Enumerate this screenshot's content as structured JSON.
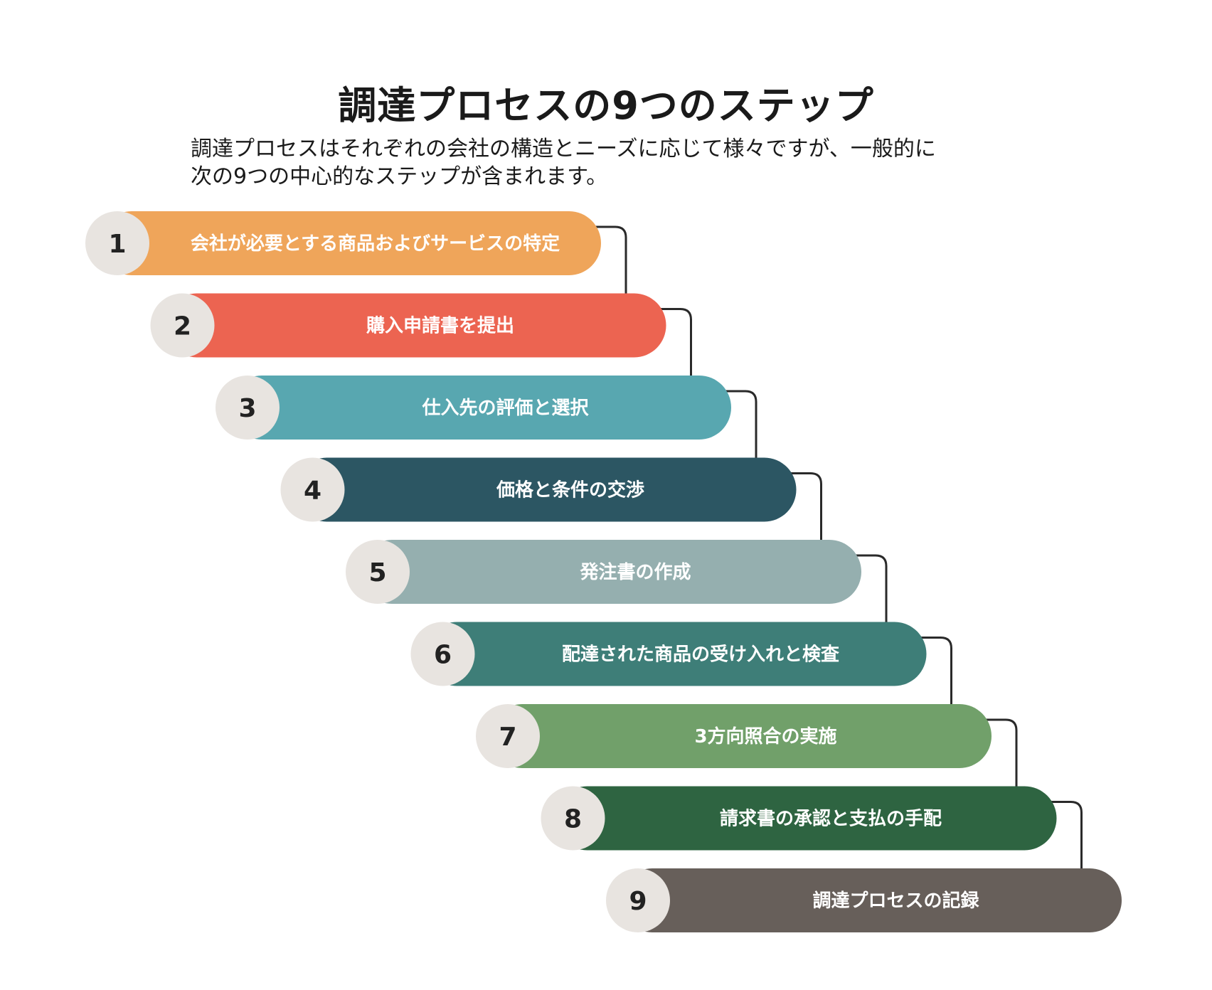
{
  "title": "調達プロセスの9つのステップ",
  "intro_lines": [
    "調達プロセスはそれぞれの会社の構造とニーズに応じて様々ですが、一般的に",
    "次の9つの中心的なステップが含まれます。"
  ],
  "steps": [
    {
      "number": "1",
      "label": "会社が必要とする商品およびサービスの特定",
      "color": "#EFA55A"
    },
    {
      "number": "2",
      "label": "購入申請書を提出",
      "color": "#EC6451"
    },
    {
      "number": "3",
      "label": "仕入先の評価と選択",
      "color": "#58A7B0"
    },
    {
      "number": "4",
      "label": "価格と条件の交渉",
      "color": "#2C5663"
    },
    {
      "number": "5",
      "label": "発注書の作成",
      "color": "#95AFAF"
    },
    {
      "number": "6",
      "label": "配達された商品の受け入れと検査",
      "color": "#3E7E78"
    },
    {
      "number": "7",
      "label": "3方向照合の実施",
      "color": "#71A06A"
    },
    {
      "number": "8",
      "label": "請求書の承認と支払の手配",
      "color": "#2E6441"
    },
    {
      "number": "9",
      "label": "調達プロセスの記録",
      "color": "#675F5A"
    }
  ],
  "colors": {
    "number_circle": "#E8E4E0",
    "connector": "#2A2A2A",
    "label_text": "#FFFFFF"
  }
}
